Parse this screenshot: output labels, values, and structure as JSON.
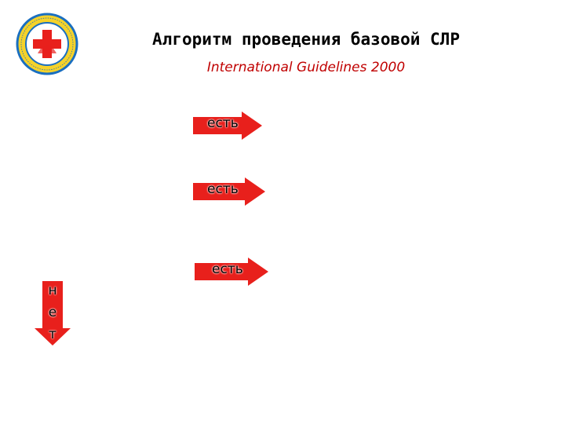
{
  "header": {
    "title": "Алгоритм проведения базовой СЛР",
    "subtitle": "International Guidelines 2000"
  },
  "logo": {
    "icon": "medical-emblem-icon"
  },
  "arrows": [
    {
      "label": "есть"
    },
    {
      "label": "есть"
    },
    {
      "label": "есть"
    }
  ],
  "down_arrow": {
    "letters": [
      "н",
      "е",
      "т"
    ]
  },
  "colors": {
    "arrow": "#e8201c",
    "subtitle": "#c00000",
    "logo_ring": "#1a6fc0",
    "logo_fill": "#f5d22a"
  }
}
